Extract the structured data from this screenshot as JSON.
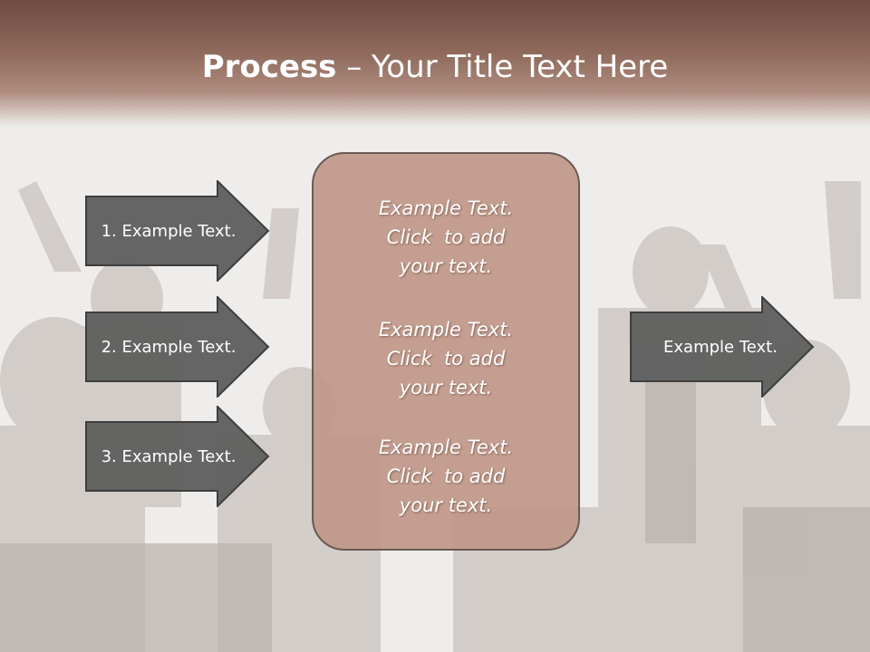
{
  "slide": {
    "title_bold": "Process",
    "title_rest": " – Your Title Text Here"
  },
  "left_arrows": [
    {
      "label": "1. Example Text."
    },
    {
      "label": "2. Example Text."
    },
    {
      "label": "3. Example Text."
    }
  ],
  "center_box": {
    "blocks": [
      {
        "line1": "Example Text.",
        "line2": "Click  to add",
        "line3": "your text."
      },
      {
        "line1": "Example Text.",
        "line2": "Click  to add",
        "line3": "your text."
      },
      {
        "line1": "Example Text.",
        "line2": "Click  to add",
        "line3": "your text."
      }
    ]
  },
  "right_arrow": {
    "label": "Example Text."
  },
  "colors": {
    "header": "#7a5648",
    "arrow_fill": "#5e5e5e",
    "box_fill": "#be9484"
  }
}
